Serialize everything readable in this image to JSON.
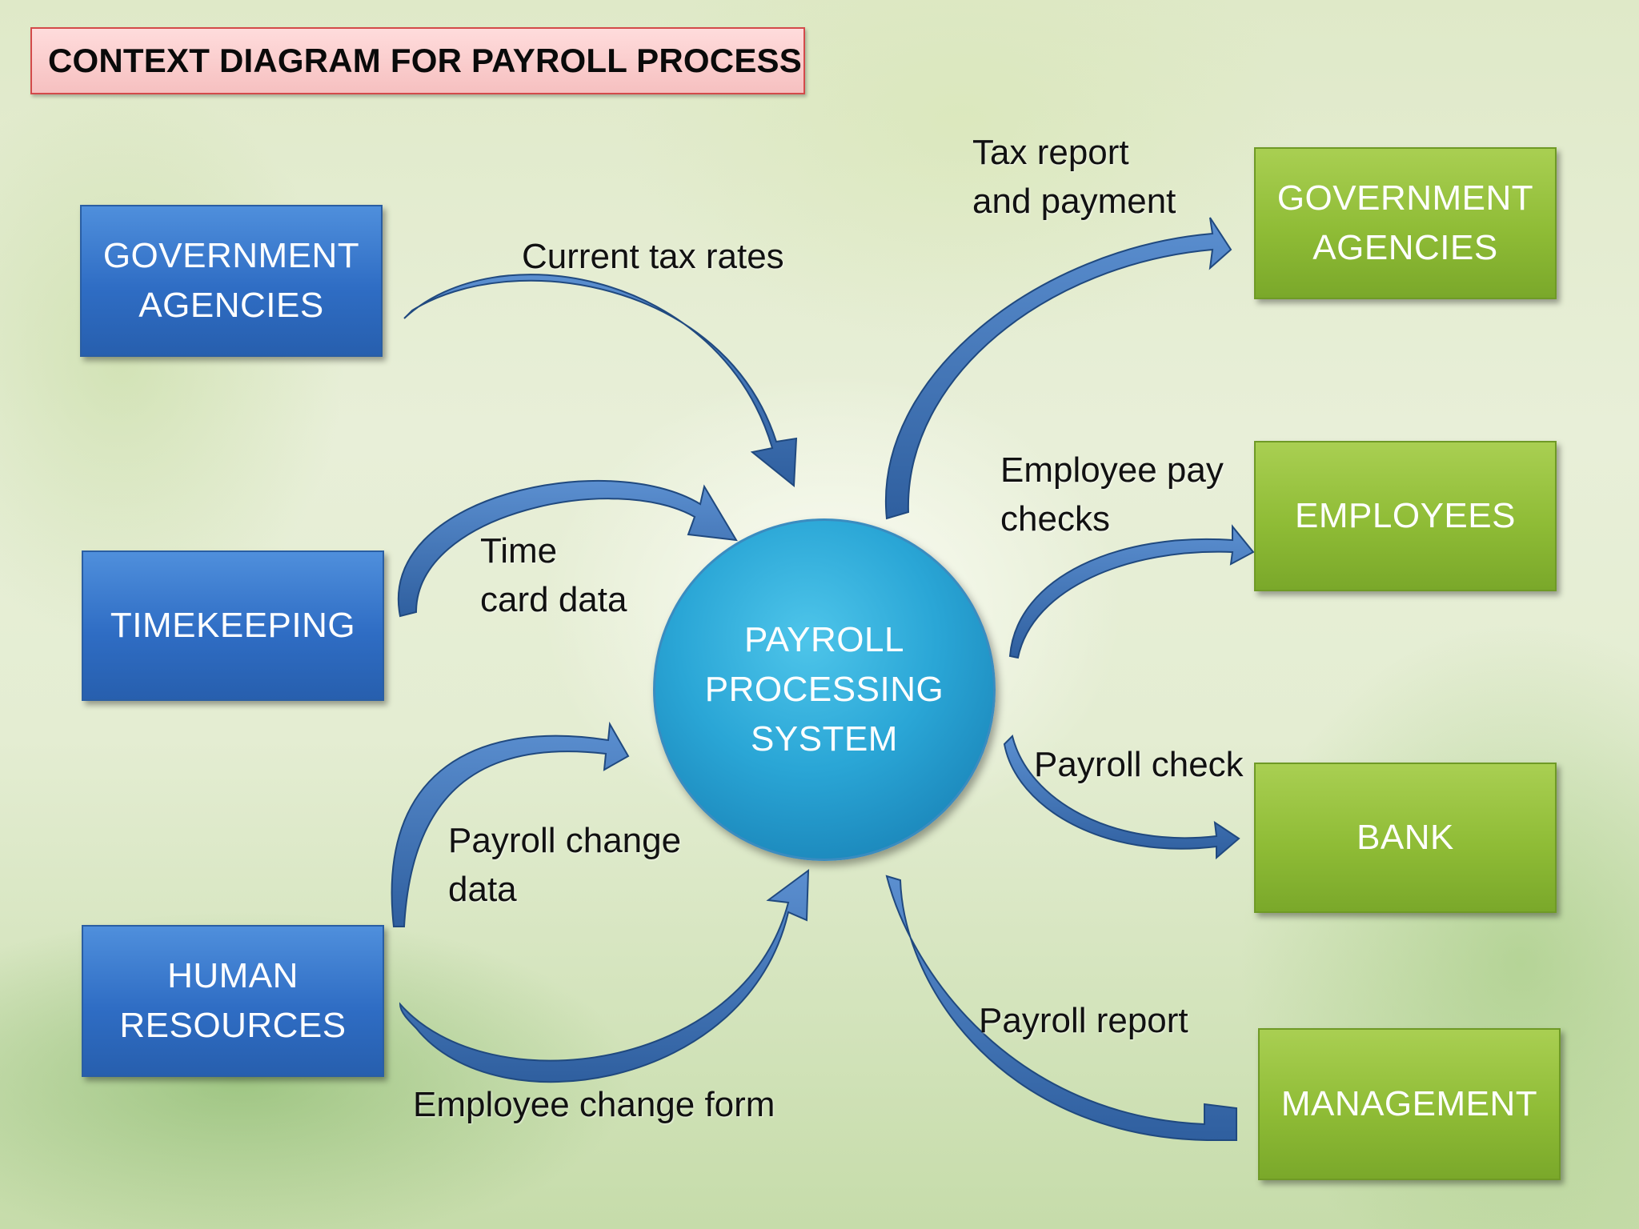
{
  "title": "CONTEXT DIAGRAM FOR PAYROLL PROCESS",
  "process": {
    "label": "PAYROLL\nPROCESSING\nSYSTEM"
  },
  "sources": [
    {
      "label": "GOVERNMENT\nAGENCIES"
    },
    {
      "label": "TIMEKEEPING"
    },
    {
      "label": "HUMAN\nRESOURCES"
    }
  ],
  "sinks": [
    {
      "label": "GOVERNMENT\nAGENCIES"
    },
    {
      "label": "EMPLOYEES"
    },
    {
      "label": "BANK"
    },
    {
      "label": "MANAGEMENT"
    }
  ],
  "flows": {
    "current_tax_rates": "Current tax rates",
    "time_card_data": "Time\ncard data",
    "payroll_change_data": "Payroll change\ndata",
    "employee_change_form": "Employee change form",
    "tax_report_and_payment": "Tax report\nand payment",
    "employee_pay_checks": "Employee pay\nchecks",
    "payroll_check": "Payroll check",
    "payroll_report": "Payroll report"
  },
  "colors": {
    "source_entity": "#2f6dc4",
    "sink_entity": "#8fbc36",
    "process": "#2aa6d6",
    "arrow": "#3768ad",
    "title_fill": "#f8c8c8",
    "title_border": "#d34a4a"
  }
}
